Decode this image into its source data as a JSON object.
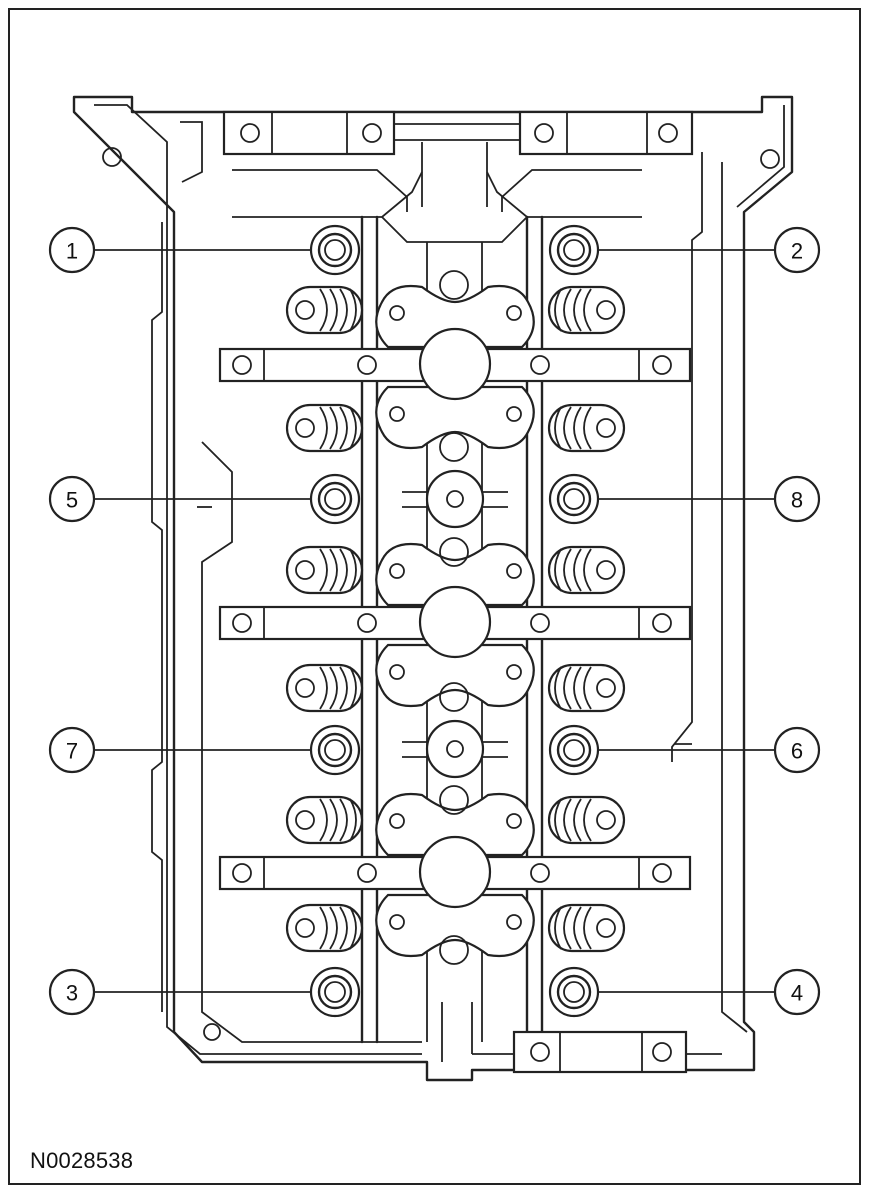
{
  "figure_id": "N0028538",
  "callouts": [
    "1",
    "2",
    "5",
    "8",
    "7",
    "6",
    "3",
    "4"
  ]
}
